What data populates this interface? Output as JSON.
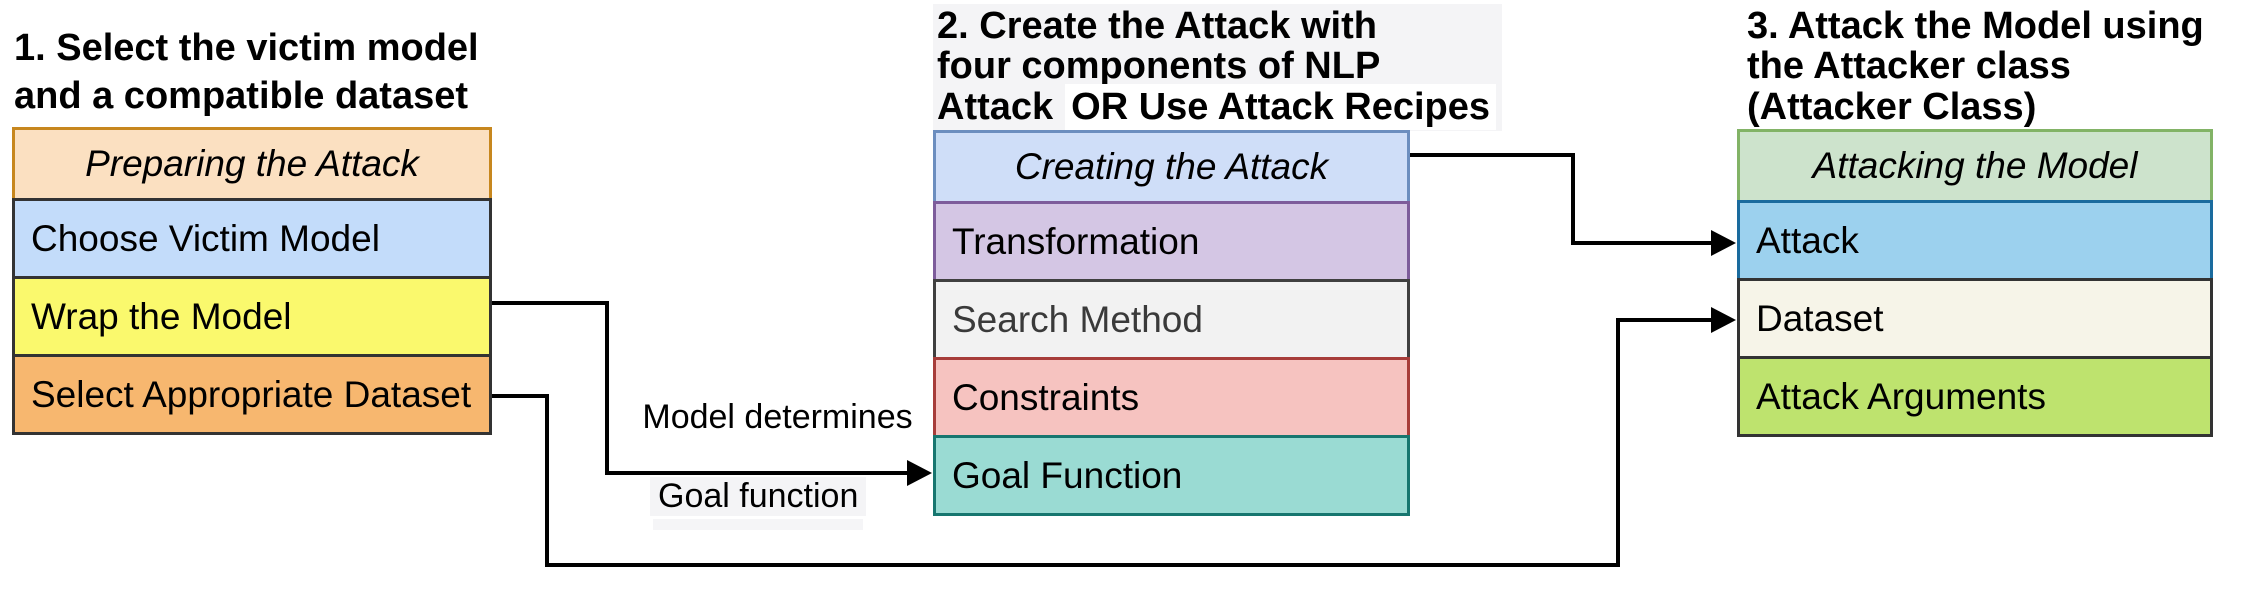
{
  "diagram": {
    "steps": [
      {
        "heading": "1. Select the victim model\nand a compatible dataset",
        "table": {
          "header": {
            "label": "Preparing the Attack",
            "fill": "#FBE0C1",
            "stroke": "#C7871E"
          },
          "rows": [
            {
              "label": "Choose Victim Model",
              "fill": "#C3DCFA",
              "stroke": "#333333"
            },
            {
              "label": "Wrap the Model",
              "fill": "#FAF96D",
              "stroke": "#333333"
            },
            {
              "label": "Select Appropriate Dataset",
              "fill": "#F7B76F",
              "stroke": "#333333"
            }
          ]
        }
      },
      {
        "heading_main": "2. Create the Attack with\nfour components of NLP\nAttack",
        "heading_suffix": "OR Use Attack Recipes",
        "table": {
          "header": {
            "label": "Creating the Attack",
            "fill": "#CFDEF8",
            "stroke": "#6C8EBF"
          },
          "rows": [
            {
              "label": "Transformation",
              "fill": "#D4C6E4",
              "stroke": "#7D5C9B"
            },
            {
              "label": "Search Method",
              "fill": "#F2F2F2",
              "stroke": "#404040"
            },
            {
              "label": "Constraints",
              "fill": "#F6C3C0",
              "stroke": "#A73D3A"
            },
            {
              "label": "Goal Function",
              "fill": "#9ADBD3",
              "stroke": "#17766F"
            }
          ]
        }
      },
      {
        "heading": "3. Attack the Model using\nthe Attacker class\n(Attacker Class)",
        "table": {
          "header": {
            "label": "Attacking the Model",
            "fill": "#CDE3CC",
            "stroke": "#82B366"
          },
          "rows": [
            {
              "label": "Attack",
              "fill": "#9CD1EE",
              "stroke": "#1A6B9E"
            },
            {
              "label": "Dataset",
              "fill": "#F6F4E8",
              "stroke": "#333333"
            },
            {
              "label": "Attack Arguments",
              "fill": "#BEE36E",
              "stroke": "#333333"
            }
          ]
        }
      }
    ],
    "edge_labels": {
      "model_determines": "Model determines",
      "goal_function": "Goal function"
    },
    "line_color": "#000000"
  }
}
